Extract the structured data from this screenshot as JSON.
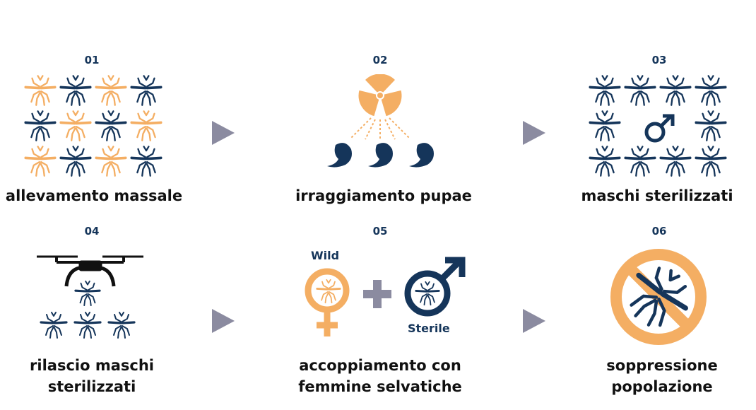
{
  "colors": {
    "orange": "#F4AE63",
    "navy": "#15355A",
    "arrow": "#8B8BA0"
  },
  "steps": [
    {
      "number": "01",
      "label": "allevamento massale"
    },
    {
      "number": "02",
      "label": "irraggiamento pupae"
    },
    {
      "number": "03",
      "label": "maschi sterilizzati"
    },
    {
      "number": "04",
      "label_line1": "rilascio maschi",
      "label_line2": "sterilizzati"
    },
    {
      "number": "05",
      "label_line1": "accoppiamento con",
      "label_line2": "femmine selvatiche",
      "wild_label": "Wild",
      "sterile_label": "Sterile"
    },
    {
      "number": "06",
      "label_line1": "soppressione",
      "label_line2": "popolazione"
    }
  ]
}
